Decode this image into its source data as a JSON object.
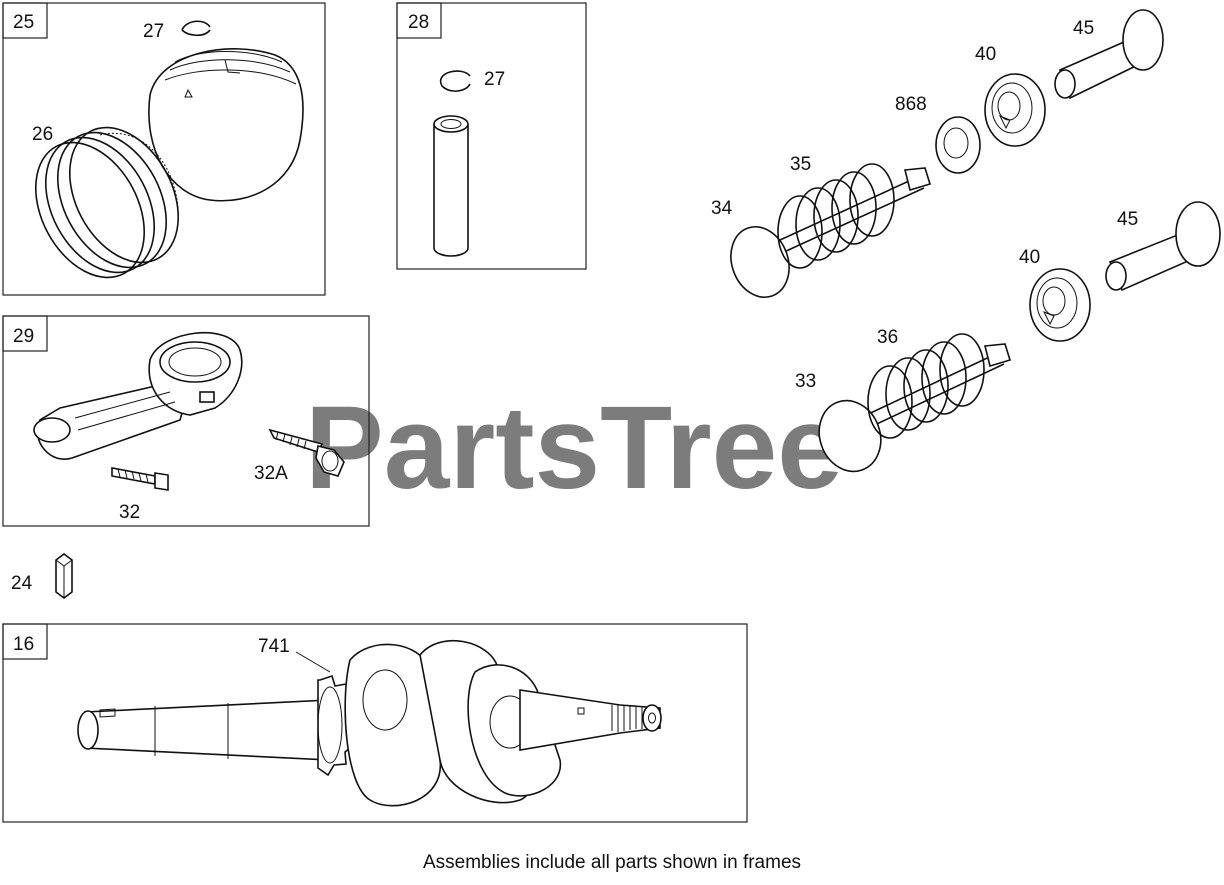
{
  "watermark": "PartsTree",
  "caption": "Assemblies include all parts shown in frames",
  "frames": {
    "f25": "25",
    "f28": "28",
    "f29": "29",
    "f16": "16"
  },
  "callouts": {
    "c27a": "27",
    "c26": "26",
    "c27b": "27",
    "c45a": "45",
    "c40a": "40",
    "c868": "868",
    "c35": "35",
    "c34": "34",
    "c45b": "45",
    "c40b": "40",
    "c36": "36",
    "c33": "33",
    "c32": "32",
    "c32a": "32A",
    "c24": "24",
    "c741": "741"
  }
}
